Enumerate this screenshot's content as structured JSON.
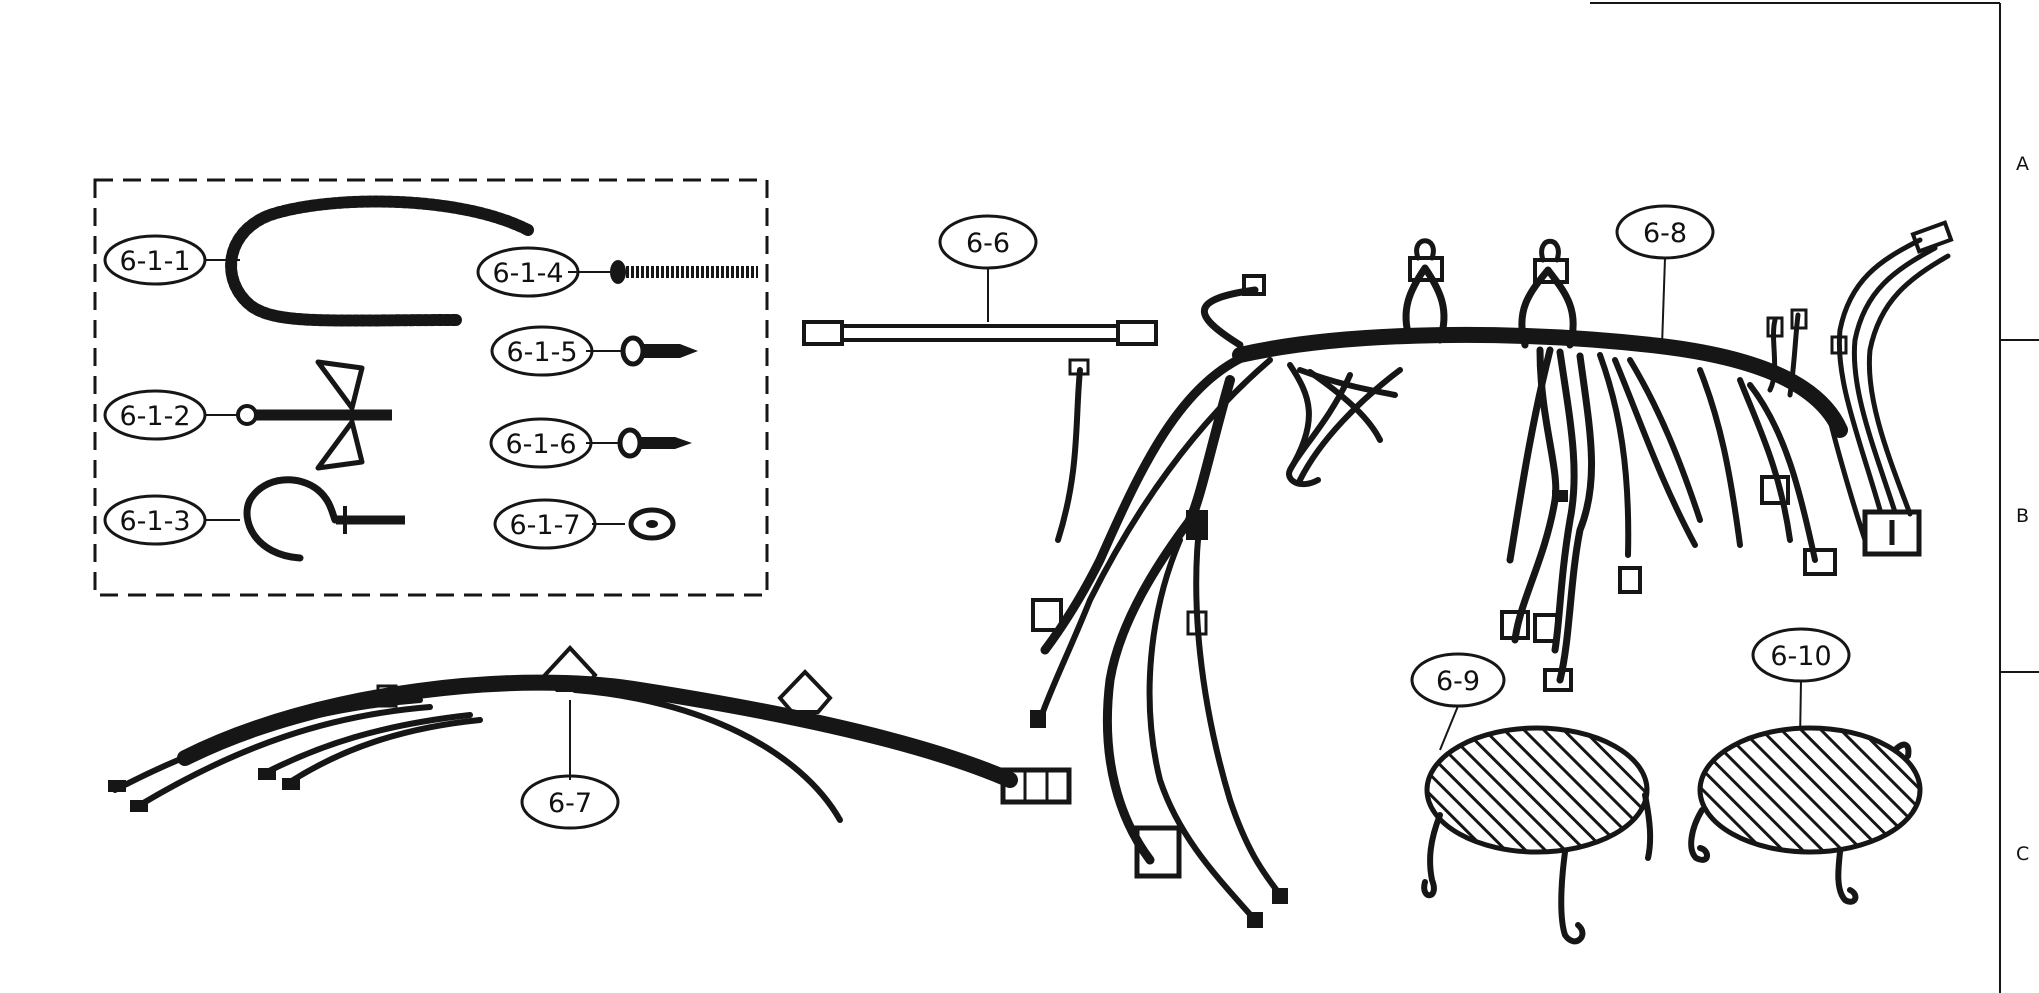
{
  "colors": {
    "ink": "#161616",
    "paper": "#ffffff"
  },
  "labels": {
    "l611": "6-1-1",
    "l612": "6-1-2",
    "l613": "6-1-3",
    "l614": "6-1-4",
    "l615": "6-1-5",
    "l616": "6-1-6",
    "l617": "6-1-7",
    "l66": "6-6",
    "l67": "6-7",
    "l68": "6-8",
    "l69": "6-9",
    "l610": "6-10"
  },
  "grid": {
    "row_a": "A",
    "row_b": "B",
    "row_c": "C"
  }
}
